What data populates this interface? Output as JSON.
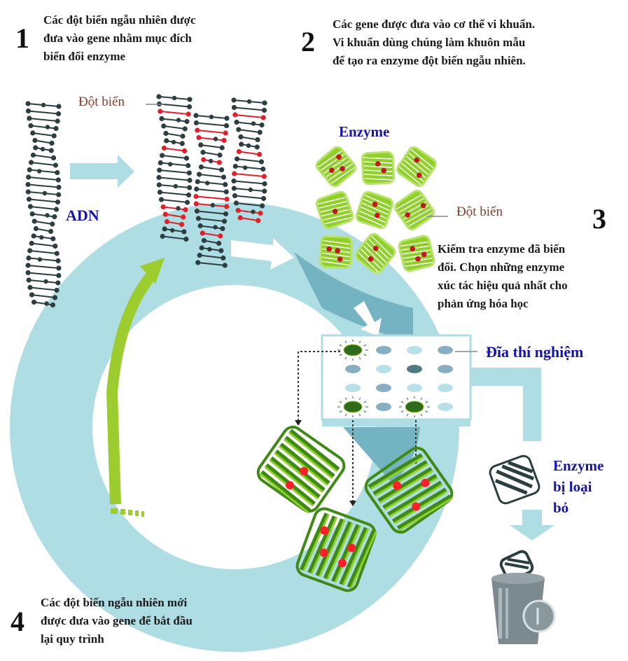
{
  "steps": [
    {
      "number": "1",
      "lines": [
        "Các đột biến ngẫu nhiên được",
        "đưa vào gene nhằm mục đích",
        "biến đổi enzyme"
      ]
    },
    {
      "number": "2",
      "lines": [
        "Các gene được đưa vào cơ thể vi khuẩn.",
        "Vi khuẩn dùng chúng làm khuôn mẫu",
        "để tạo ra enzyme đột biến ngẫu nhiên."
      ]
    },
    {
      "number": "3",
      "lines": [
        "Kiểm tra enzyme đã biến",
        "đổi. Chọn những enzyme",
        "xúc tác hiệu quả nhất cho",
        "phản ứng hóa học"
      ]
    },
    {
      "number": "4",
      "lines": [
        "Các đột biến ngẫu nhiên mới",
        "được đưa vào gene để bắt đầu",
        "lại quy trình"
      ]
    }
  ],
  "labels": {
    "dna": "ADN",
    "mutation_dna": "Đột biến",
    "enzyme": "Enzyme",
    "mutation_enzyme": "Đột biến",
    "plate": "Đĩa thí nghiệm",
    "rejected": [
      "Enzyme",
      "bị loại",
      "bỏ"
    ]
  },
  "colors": {
    "cycle": "#aedde3",
    "cycle_dark": "#74b3c2",
    "green_arrow": "#9ccc2e",
    "dna_dark": "#2c3e40",
    "mutation_red": "#e0202a",
    "enzyme_light": "#8fd12a",
    "enzyme_dark": "#3f8a14",
    "blue_text": "#1414a8",
    "brown_text": "#8a3b26",
    "trash": "#7c8a90"
  },
  "plate_wells": [
    [
      "selected",
      "mid",
      "light",
      "mid"
    ],
    [
      "mid",
      "light",
      "dark",
      "mid"
    ],
    [
      "light",
      "mid",
      "light",
      "light"
    ],
    [
      "selected",
      "mid",
      "selected",
      "light"
    ]
  ]
}
